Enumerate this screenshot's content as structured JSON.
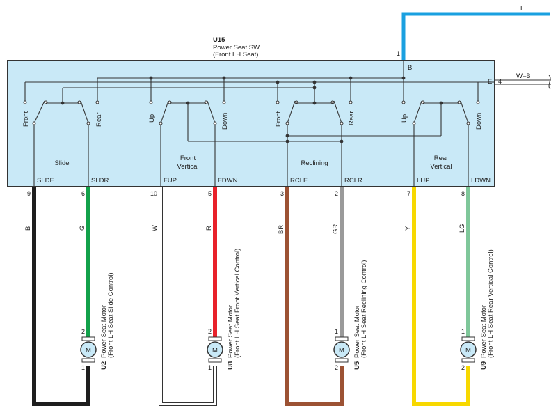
{
  "switch": {
    "id": "U15",
    "name": "Power Seat SW",
    "location": "(Front LH Seat)",
    "color": "#c9e9f7",
    "top_pins": [
      {
        "num": "1",
        "label": "B",
        "wire": "L",
        "color": "#1aa0e0"
      },
      {
        "num": "4",
        "label": "E",
        "wire": "W–B",
        "color": "#ffffff"
      }
    ],
    "sw_labels": [
      {
        "left": "Front",
        "right": "Rear"
      },
      {
        "left": "Up",
        "right": "Down"
      },
      {
        "left": "Front",
        "right": "Rear"
      },
      {
        "left": "Up",
        "right": "Down"
      }
    ],
    "groups": [
      {
        "line1": "",
        "line2": "Slide"
      },
      {
        "line1": "Front",
        "line2": "Vertical"
      },
      {
        "line1": "",
        "line2": "Reclining"
      },
      {
        "line1": "Rear",
        "line2": "Vertical"
      }
    ]
  },
  "connectors": [
    {
      "label": "SLDF",
      "pin": "9",
      "wire": "B",
      "color": "#1e1e1e"
    },
    {
      "label": "SLDR",
      "pin": "6",
      "wire": "G",
      "color": "#12a14a"
    },
    {
      "label": "FUP",
      "pin": "10",
      "wire": "W",
      "color": "#ffffff"
    },
    {
      "label": "FDWN",
      "pin": "5",
      "wire": "R",
      "color": "#e8212a"
    },
    {
      "label": "RCLF",
      "pin": "3",
      "wire": "BR",
      "color": "#9c5234"
    },
    {
      "label": "RCLR",
      "pin": "2",
      "wire": "GR",
      "color": "#9a9a9a"
    },
    {
      "label": "LUP",
      "pin": "7",
      "wire": "Y",
      "color": "#f7d800"
    },
    {
      "label": "LDWN",
      "pin": "8",
      "wire": "LG",
      "color": "#7fc79a"
    }
  ],
  "motors": [
    {
      "id": "U2",
      "title": "Power Seat Motor",
      "sub": "(Front LH Seat Slide Control)",
      "pin_top": "2",
      "pin_bottom": "1",
      "symbol": "M"
    },
    {
      "id": "U8",
      "title": "Power Seat Motor",
      "sub": "(Front LH Seat Front Vertical Control)",
      "pin_top": "2",
      "pin_bottom": "1",
      "symbol": "M"
    },
    {
      "id": "U5",
      "title": "Power Seat Motor",
      "sub": "(Front LH Seat Reclining Control)",
      "pin_top": "1",
      "pin_bottom": "2",
      "symbol": "M"
    },
    {
      "id": "U9",
      "title": "Power Seat Motor",
      "sub": "(Front LH Seat Rear Vertical Control)",
      "pin_top": "1",
      "pin_bottom": "2",
      "symbol": "M"
    }
  ]
}
